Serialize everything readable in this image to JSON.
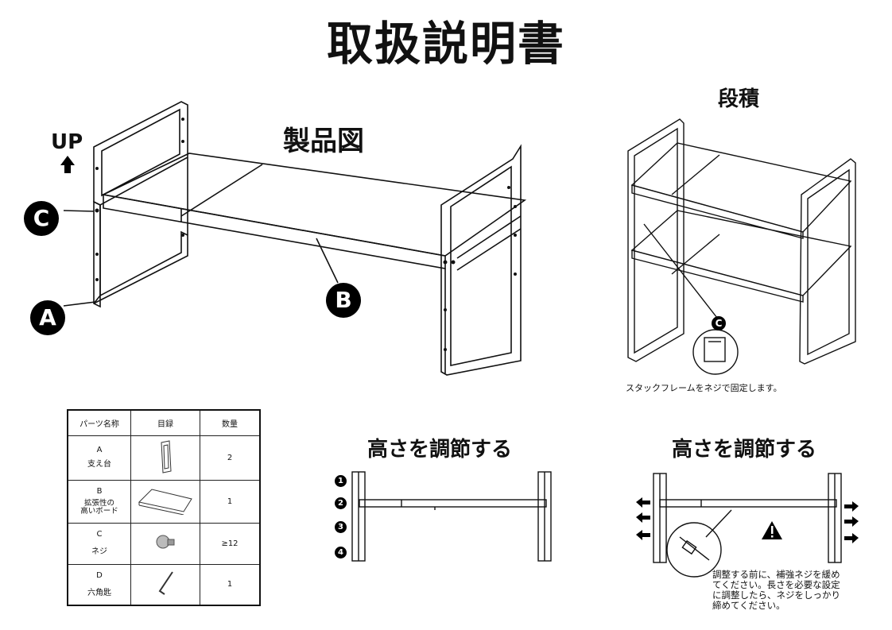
{
  "title": "取扱説明書",
  "product": {
    "heading": "製品図",
    "up_label": "UP",
    "labels": [
      "C",
      "A",
      "B"
    ]
  },
  "stack": {
    "heading": "段積",
    "label": "C",
    "caption": "スタックフレームをネジで固定します。"
  },
  "table": {
    "headers": [
      "パーツ名称",
      "目録",
      "数量"
    ],
    "rows": [
      {
        "code": "A",
        "name": "支え台",
        "icon": "frame-icon",
        "qty": "2"
      },
      {
        "code": "B",
        "name": "拡張性の\n高いボード",
        "icon": "board-icon",
        "qty": "1"
      },
      {
        "code": "C",
        "name": "ネジ",
        "icon": "screw-icon",
        "qty": "≥12"
      },
      {
        "code": "D",
        "name": "六角匙",
        "icon": "hex-key-icon",
        "qty": "1"
      }
    ]
  },
  "adjust_left": {
    "heading": "高さを調節する",
    "levels": [
      "1",
      "2",
      "3",
      "4"
    ]
  },
  "adjust_right": {
    "heading": "高さを調節する",
    "warning_icon": "warning-icon",
    "note": "調整する前に、補強ネジを緩めてください。長さを必要な設定に調整したら、ネジをしっかり締めてください。"
  }
}
